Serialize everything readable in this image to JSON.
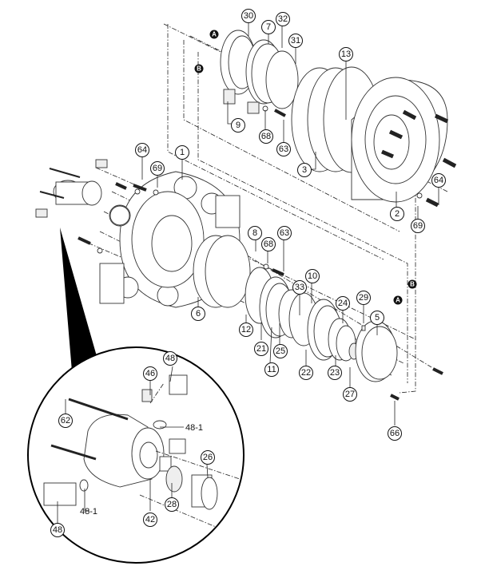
{
  "title": "Exploded parts diagram - hydraulic winch / pump assembly",
  "callouts": [
    {
      "id": "c30",
      "label": "30"
    },
    {
      "id": "c7",
      "label": "7"
    },
    {
      "id": "c32",
      "label": "32"
    },
    {
      "id": "c31",
      "label": "31"
    },
    {
      "id": "c13",
      "label": "13"
    },
    {
      "id": "c9",
      "label": "9"
    },
    {
      "id": "c68a",
      "label": "68"
    },
    {
      "id": "c63a",
      "label": "63"
    },
    {
      "id": "c3",
      "label": "3"
    },
    {
      "id": "c64a",
      "label": "64"
    },
    {
      "id": "c69a",
      "label": "69"
    },
    {
      "id": "c1",
      "label": "1"
    },
    {
      "id": "c64b",
      "label": "64"
    },
    {
      "id": "c2",
      "label": "2"
    },
    {
      "id": "c69b",
      "label": "69"
    },
    {
      "id": "c8",
      "label": "8"
    },
    {
      "id": "c68b",
      "label": "68"
    },
    {
      "id": "c63b",
      "label": "63"
    },
    {
      "id": "c10",
      "label": "10"
    },
    {
      "id": "c33",
      "label": "33"
    },
    {
      "id": "c6",
      "label": "6"
    },
    {
      "id": "c12",
      "label": "12"
    },
    {
      "id": "c21",
      "label": "21"
    },
    {
      "id": "c25",
      "label": "25"
    },
    {
      "id": "c11",
      "label": "11"
    },
    {
      "id": "c22",
      "label": "22"
    },
    {
      "id": "c24",
      "label": "24"
    },
    {
      "id": "c29",
      "label": "29"
    },
    {
      "id": "c5",
      "label": "5"
    },
    {
      "id": "c23",
      "label": "23"
    },
    {
      "id": "c27",
      "label": "27"
    },
    {
      "id": "c66",
      "label": "66"
    },
    {
      "id": "c48a",
      "label": "48"
    },
    {
      "id": "c46",
      "label": "46"
    },
    {
      "id": "c62",
      "label": "62"
    },
    {
      "id": "c26",
      "label": "26"
    },
    {
      "id": "c28",
      "label": "28"
    },
    {
      "id": "c42",
      "label": "42"
    },
    {
      "id": "c48b",
      "label": "48"
    }
  ],
  "plain_labels": {
    "p48_1a": "48-1",
    "p48_1b": "48-1"
  },
  "markers": {
    "A_top": "A",
    "B_top": "B",
    "A_bottom": "A",
    "B_bottom": "B"
  }
}
